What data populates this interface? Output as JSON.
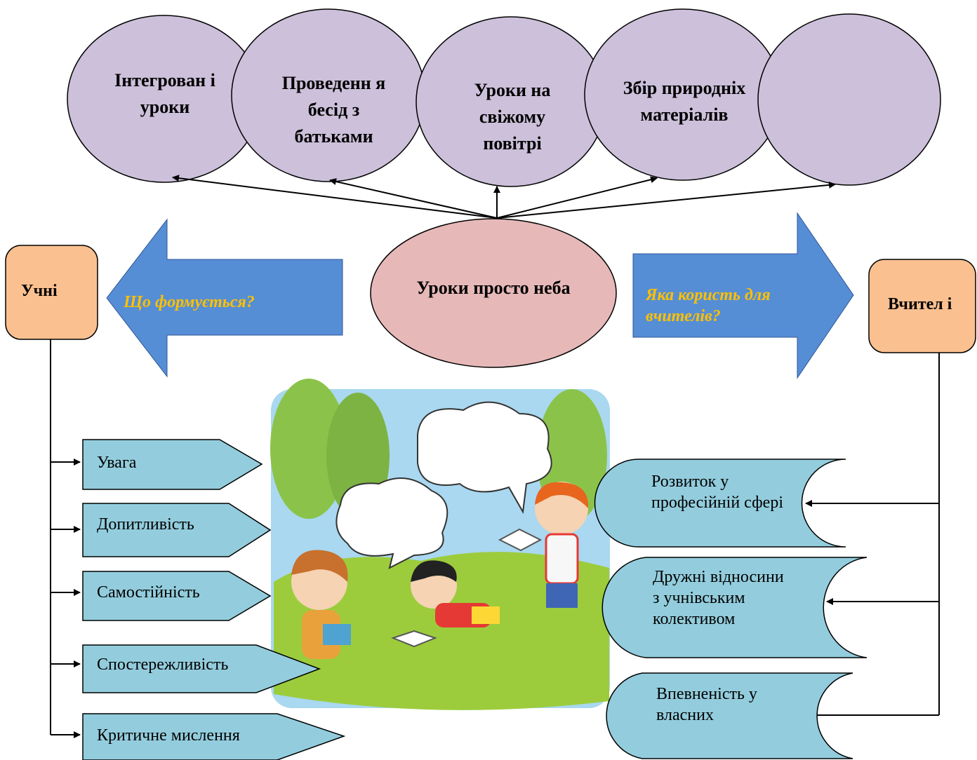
{
  "colors": {
    "top_oval_fill": "#CCC0DA",
    "center_oval_fill": "#E6B9B8",
    "side_box_fill": "#FAC090",
    "big_arrow_fill": "#558ED5",
    "item_fill": "#93CDDD",
    "question_text": "#FFC000",
    "outline": "#000000"
  },
  "top_ovals": [
    {
      "label": "Інтегрован і уроки"
    },
    {
      "label": "Проведенн я бесід з батьками"
    },
    {
      "label": "Уроки на свіжому повітрі"
    },
    {
      "label": "Збір природніх матеріалів"
    },
    {
      "label": ""
    }
  ],
  "center": {
    "label": "Уроки просто неба"
  },
  "students": {
    "box_label": "Учні",
    "question": "Що формується?",
    "items": [
      "Увага",
      "Допитливість",
      "Самостійність",
      "Спостережливість",
      "Критичне мислення"
    ]
  },
  "teachers": {
    "box_label": "Вчител і",
    "question": "Яка користь для вчителів?",
    "items": [
      "Розвиток у професійній сфері",
      "Дружні відносини з учнівським колективом",
      "Впевненість у власних"
    ]
  },
  "illustration": {
    "icon": "children-reading-in-park-illustration"
  }
}
